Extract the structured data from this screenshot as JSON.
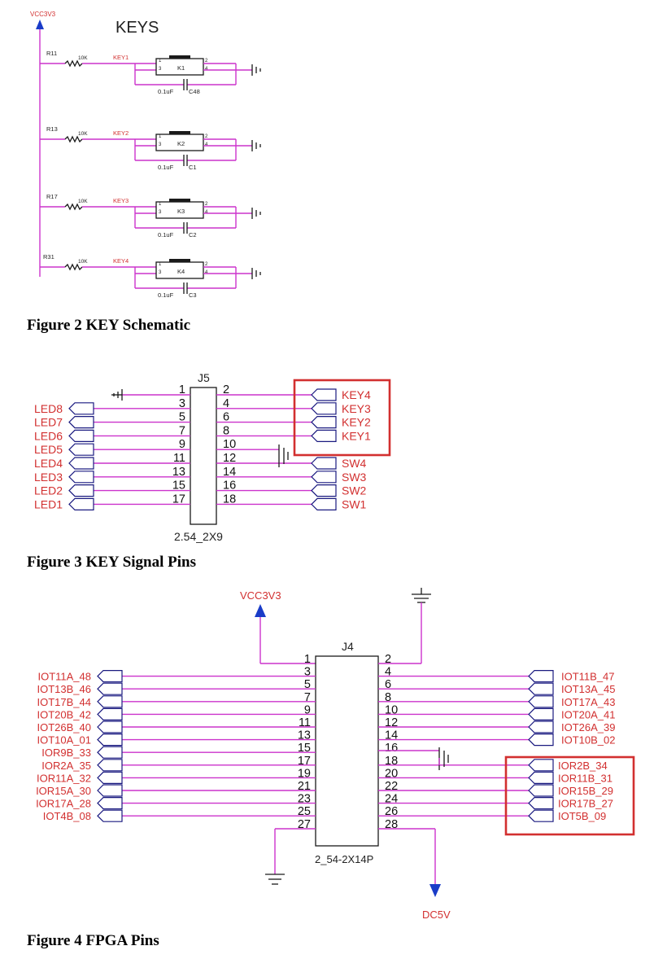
{
  "figure2": {
    "vcc_label": "VCC3V3",
    "title": "KEYS",
    "caption": "Figure 2 KEY Schematic",
    "rows": [
      {
        "resistor": "R11",
        "value": "10K",
        "net": "KEY1",
        "switch": "K1",
        "cap_value": "0.1uF",
        "cap": "C48"
      },
      {
        "resistor": "R13",
        "value": "10K",
        "net": "KEY2",
        "switch": "K2",
        "cap_value": "0.1uF",
        "cap": "C1"
      },
      {
        "resistor": "R17",
        "value": "10K",
        "net": "KEY3",
        "switch": "K3",
        "cap_value": "0.1uF",
        "cap": "C2"
      },
      {
        "resistor": "R31",
        "value": "10K",
        "net": "KEY4",
        "switch": "K4",
        "cap_value": "0.1uF",
        "cap": "C3"
      }
    ],
    "switch_pins": [
      "1",
      "2",
      "3",
      "4"
    ]
  },
  "figure3": {
    "designator": "J5",
    "footprint": "2.54_2X9",
    "caption": "Figure 3 KEY Signal Pins",
    "left_pins": [
      "1",
      "3",
      "5",
      "7",
      "9",
      "11",
      "13",
      "15",
      "17"
    ],
    "right_pins": [
      "2",
      "4",
      "6",
      "8",
      "10",
      "12",
      "14",
      "16",
      "18"
    ],
    "left_nets": [
      "LED8",
      "LED7",
      "LED6",
      "LED5",
      "LED4",
      "LED3",
      "LED2",
      "LED1"
    ],
    "right_key_nets": [
      "KEY4",
      "KEY3",
      "KEY2",
      "KEY1"
    ],
    "right_sw_nets": [
      "SW4",
      "SW3",
      "SW2",
      "SW1"
    ],
    "highlight_color": "#d23030"
  },
  "figure4": {
    "designator": "J4",
    "footprint": "2_54-2X14P",
    "caption": "Figure 4 FPGA Pins",
    "vcc_label": "VCC3V3",
    "dc_label": "DC5V",
    "left_pins": [
      "1",
      "3",
      "5",
      "7",
      "9",
      "11",
      "13",
      "15",
      "17",
      "19",
      "21",
      "23",
      "25",
      "27"
    ],
    "right_pins": [
      "2",
      "4",
      "6",
      "8",
      "10",
      "12",
      "14",
      "16",
      "18",
      "20",
      "22",
      "24",
      "26",
      "28"
    ],
    "left_nets": [
      "IOT11A_48",
      "IOT13B_46",
      "IOT17B_44",
      "IOT20B_42",
      "IOT26B_40",
      "IOT10A_01",
      "IOR9B_33",
      "IOR2A_35",
      "IOR11A_32",
      "IOR15A_30",
      "IOR17A_28",
      "IOT4B_08"
    ],
    "right_top_nets": [
      "IOT11B_47",
      "IOT13A_45",
      "IOT17A_43",
      "IOT20A_41",
      "IOT26A_39",
      "IOT10B_02"
    ],
    "right_box_nets": [
      "IOR2B_34",
      "IOR11B_31",
      "IOR15B_29",
      "IOR17B_27",
      "IOT5B_09"
    ],
    "highlight_color": "#d23030"
  }
}
